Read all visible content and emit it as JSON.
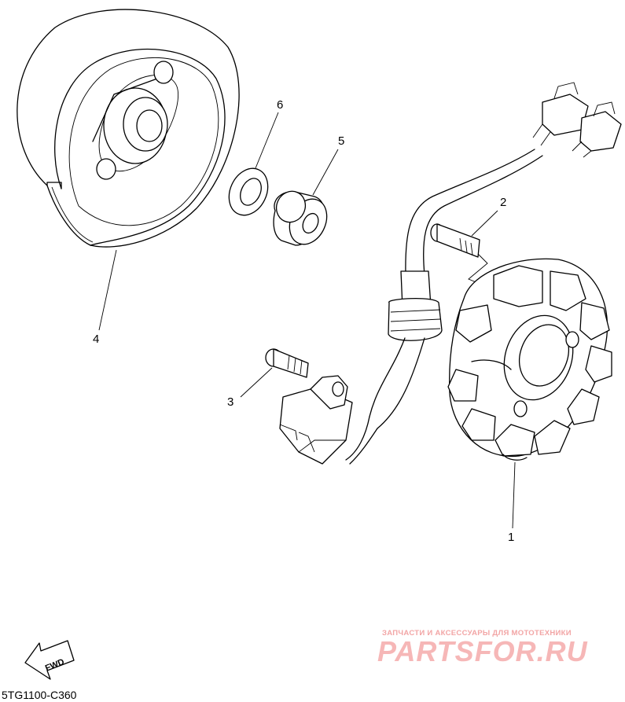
{
  "diagram": {
    "callouts": [
      {
        "id": "1",
        "label": "1"
      },
      {
        "id": "2",
        "label": "2"
      },
      {
        "id": "3",
        "label": "3"
      },
      {
        "id": "4",
        "label": "4"
      },
      {
        "id": "5",
        "label": "5"
      },
      {
        "id": "6",
        "label": "6"
      }
    ],
    "fwd_label": "FWD",
    "drawing_code": "5TG1100-C360"
  },
  "watermark": {
    "tagline": "ЗАПЧАСТИ И АКСЕССУАРЫ ДЛЯ МОТОТЕХНИКИ",
    "brand": "PARTSFOR.RU",
    "color": "#f4a6a6"
  }
}
